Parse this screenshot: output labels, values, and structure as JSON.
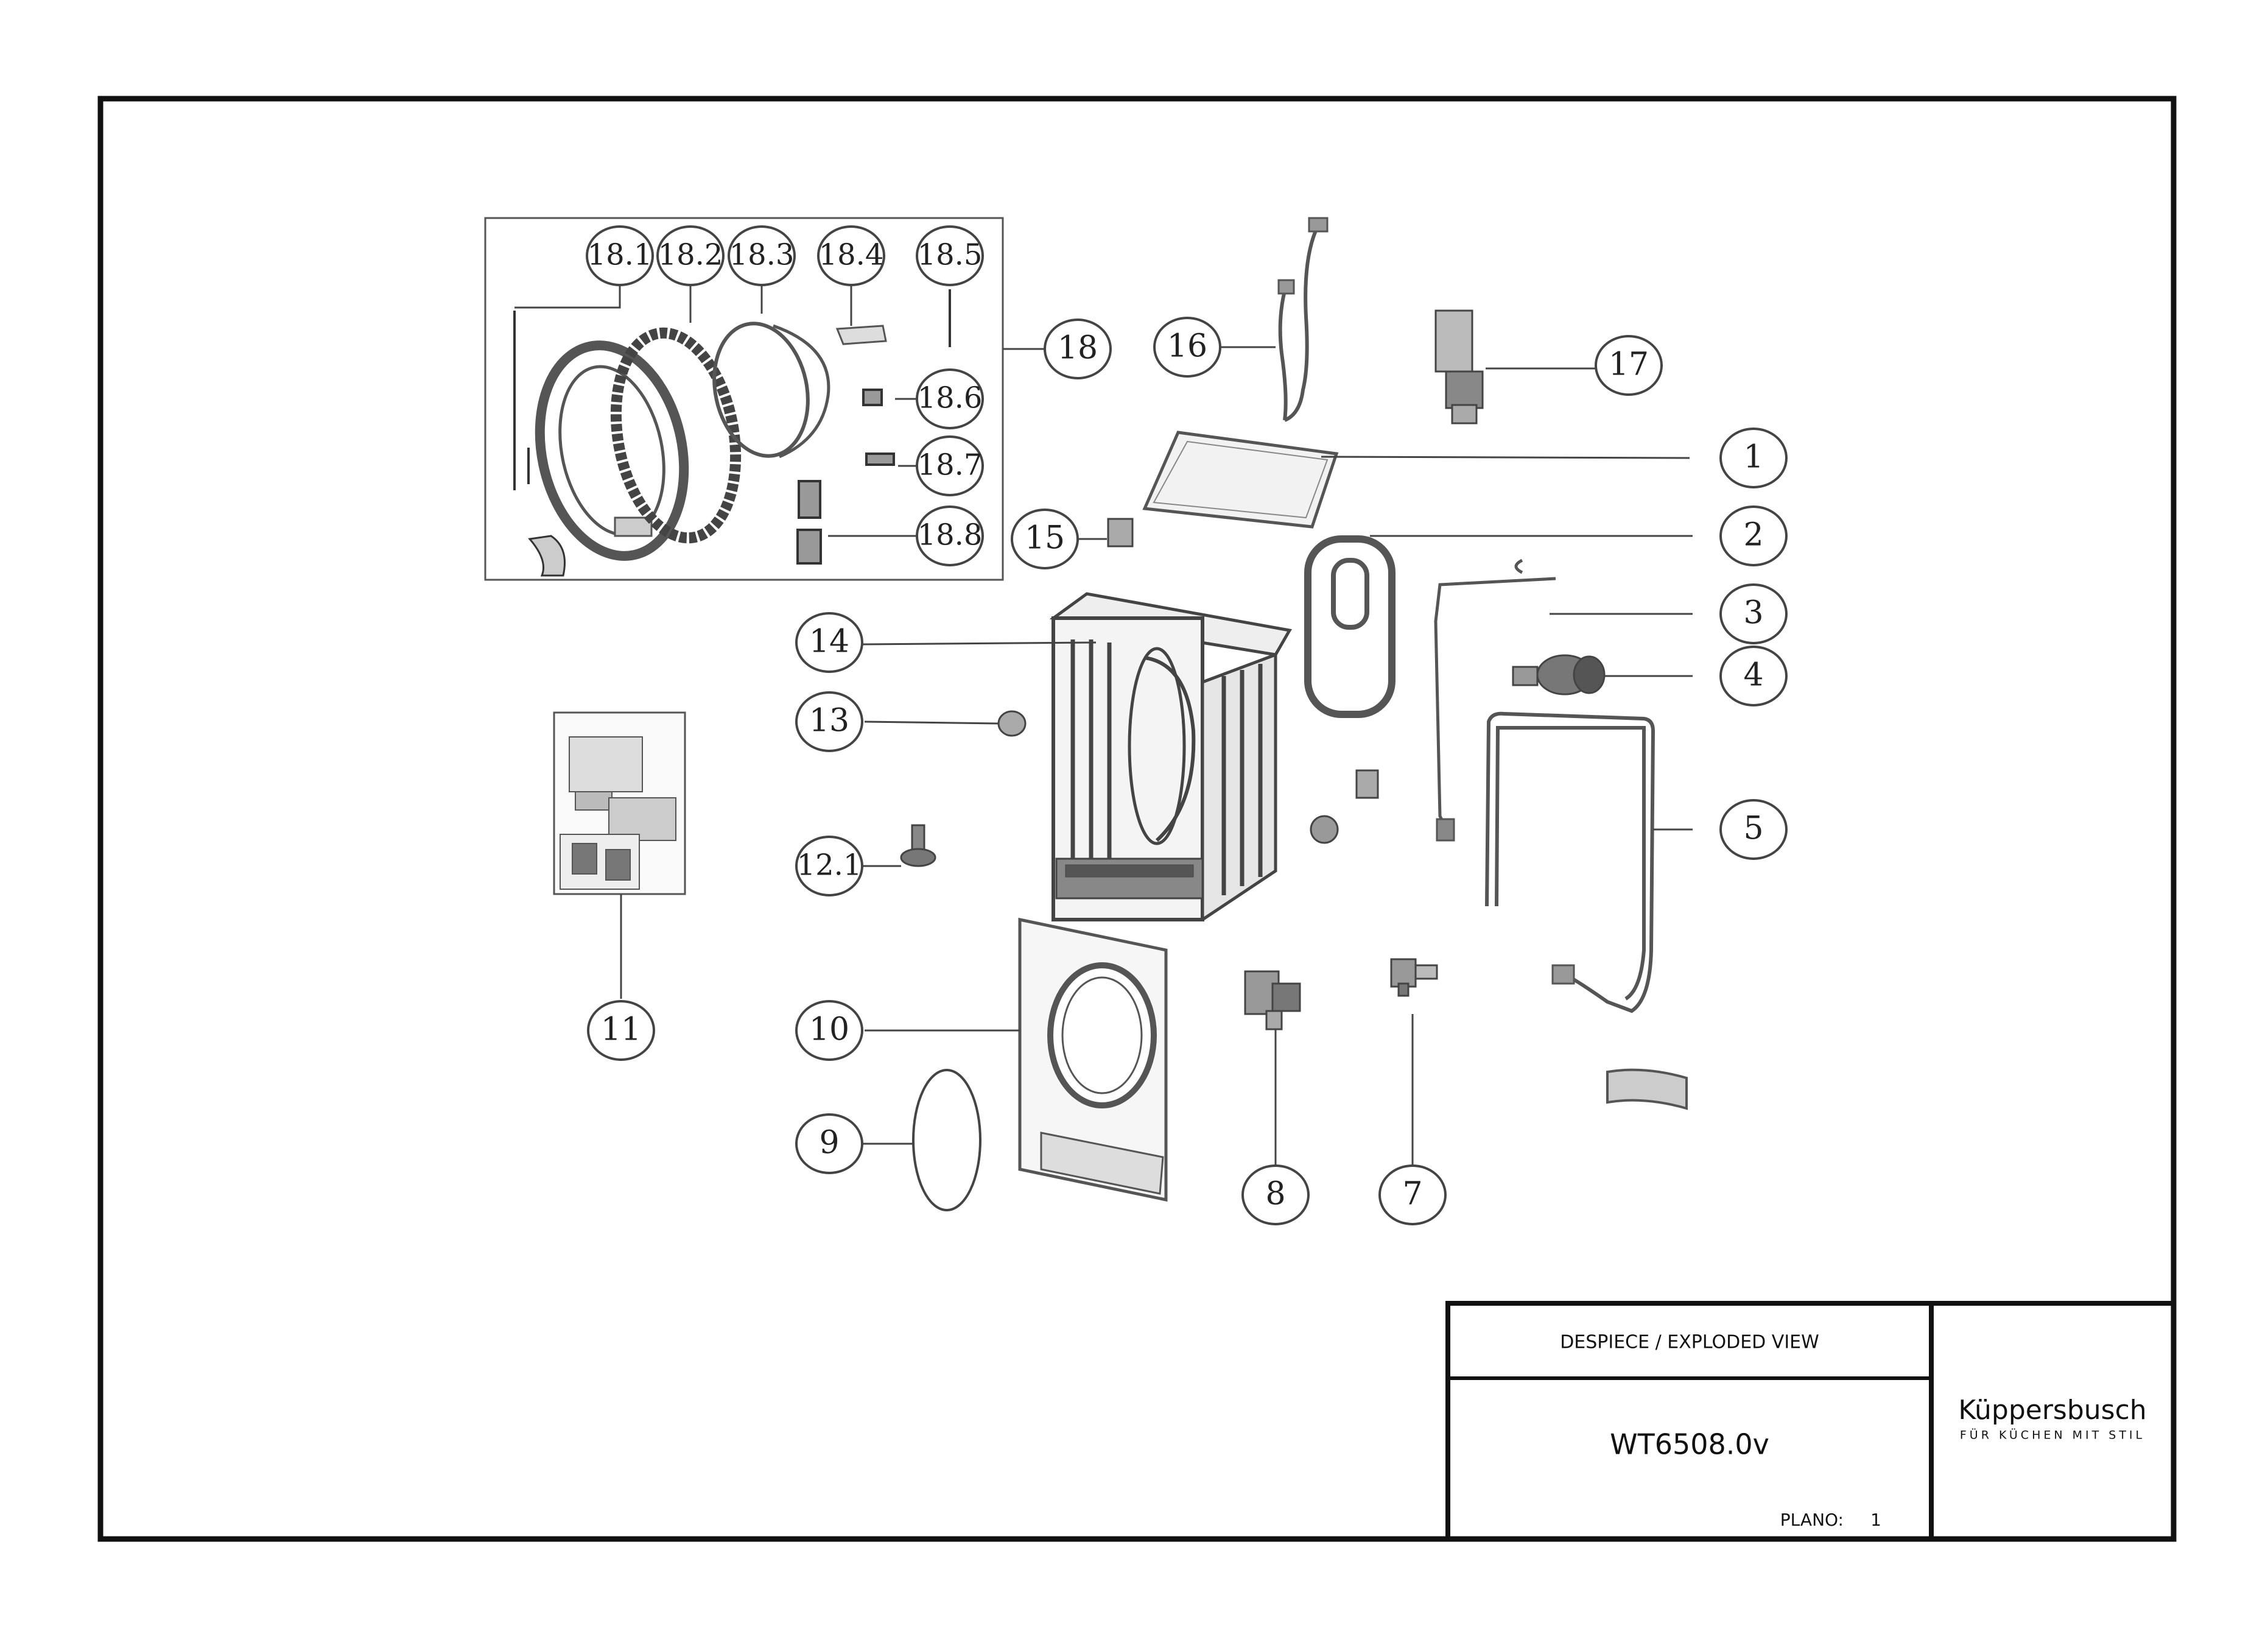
{
  "title_block": {
    "header": "DESPIECE / EXPLODED VIEW",
    "model": "WT6508.0v",
    "plano_label": "PLANO:",
    "plano_number": "1",
    "brand": "Küppersbusch",
    "tagline": "FÜR KÜCHEN MIT STIL"
  },
  "callouts": {
    "c18_1": "18.1",
    "c18_2": "18.2",
    "c18_3": "18.3",
    "c18_4": "18.4",
    "c18_5": "18.5",
    "c18_6": "18.6",
    "c18_7": "18.7",
    "c18_8": "18.8",
    "c18": "18",
    "c16": "16",
    "c17": "17",
    "c1": "1",
    "c2": "2",
    "c3": "3",
    "c4": "4",
    "c5": "5",
    "c15": "15",
    "c14": "14",
    "c13": "13",
    "c12_1": "12.1",
    "c11": "11",
    "c10": "10",
    "c9": "9",
    "c8": "8",
    "c7": "7"
  },
  "colors": {
    "line": "#333333",
    "frame": "#111111",
    "drawing": "#555555"
  }
}
